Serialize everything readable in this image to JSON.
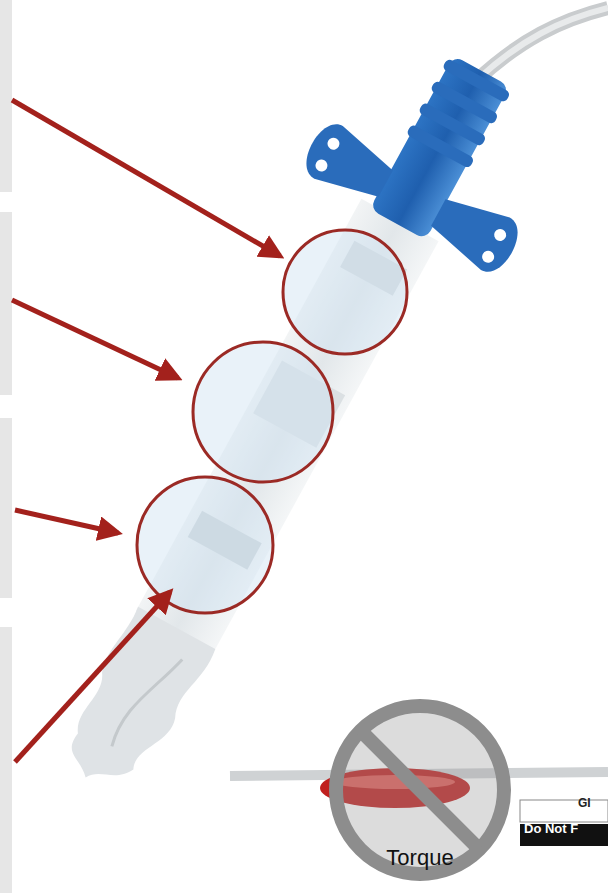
{
  "diagram": {
    "labels": [
      "Torque",
      "Do Not F",
      "GI"
    ]
  }
}
